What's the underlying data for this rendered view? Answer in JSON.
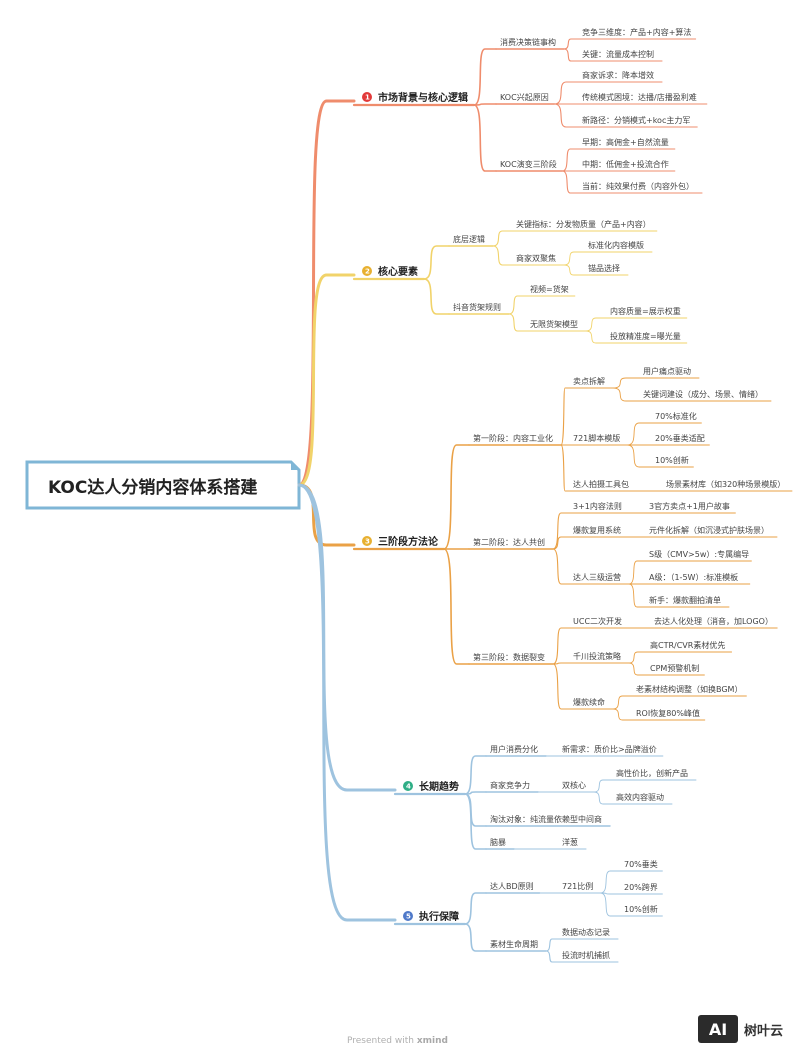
{
  "root": {
    "title": "KOC达人分销内容体系搭建"
  },
  "colors": {
    "b1": "#ef8c6c",
    "b2": "#f1d36a",
    "b3": "#eaa146",
    "b4": "#9ec3df",
    "b5": "#9ec3df"
  },
  "branches": [
    {
      "num": "1",
      "numColor": "#e23a3a",
      "label": "市场背景与核心逻辑",
      "children": [
        {
          "label": "消费决策链事构",
          "children": [
            {
              "label": "竞争三维度：产品+内容+算法"
            },
            {
              "label": "关键：流量成本控制"
            }
          ]
        },
        {
          "label": "KOC兴起原因",
          "children": [
            {
              "label": "商家诉求：降本增效"
            },
            {
              "label": "传统模式困境：达播/店播盈利难"
            },
            {
              "label": "新路径：分销模式+koc主力军"
            }
          ]
        },
        {
          "label": "KOC演变三阶段",
          "children": [
            {
              "label": "早期：高佣金+自然流量"
            },
            {
              "label": "中期：低佣金+投流合作"
            },
            {
              "label": "当前：纯效果付费（内容外包）"
            }
          ]
        }
      ]
    },
    {
      "num": "2",
      "numColor": "#e8b030",
      "label": "核心要素",
      "children": [
        {
          "label": "底层逻辑",
          "children": [
            {
              "label": "关键指标：分发物质量（产品+内容）"
            },
            {
              "label": "商家双聚焦",
              "children": [
                {
                  "label": "标准化内容模版"
                },
                {
                  "label": "锚品选择"
                }
              ]
            }
          ]
        },
        {
          "label": "抖音货架规则",
          "children": [
            {
              "label": "视频=货架"
            },
            {
              "label": "无限货架模型",
              "children": [
                {
                  "label": "内容质量=展示权重"
                },
                {
                  "label": "投放精准度=曝光量"
                }
              ]
            }
          ]
        }
      ]
    },
    {
      "num": "3",
      "numColor": "#e8b030",
      "label": "三阶段方法论",
      "children": [
        {
          "label": "第一阶段：内容工业化",
          "children": [
            {
              "label": "卖点拆解",
              "children": [
                {
                  "label": "用户痛点驱动"
                },
                {
                  "label": "关键词建设（成分、场景、情绪）"
                }
              ]
            },
            {
              "label": "721脚本模版",
              "children": [
                {
                  "label": "70%标准化"
                },
                {
                  "label": "20%垂类适配"
                },
                {
                  "label": "10%创新"
                }
              ]
            },
            {
              "label": "达人拍摄工具包",
              "children": [
                {
                  "label": "场景素材库（如320种场景模版）"
                }
              ]
            }
          ]
        },
        {
          "label": "第二阶段：达人共创",
          "children": [
            {
              "label": "3+1内容法则",
              "children": [
                {
                  "label": "3官方卖点+1用户故事"
                }
              ]
            },
            {
              "label": "爆款复用系统",
              "children": [
                {
                  "label": "元件化拆解（如沉浸式护肤场景）"
                }
              ]
            },
            {
              "label": "达人三级运营",
              "children": [
                {
                  "label": "S级（CMV>5w）:专属编导"
                },
                {
                  "label": "A级：（1-5W）:标准模板"
                },
                {
                  "label": "新手：爆款翻拍清单"
                }
              ]
            }
          ]
        },
        {
          "label": "第三阶段：数据裂变",
          "children": [
            {
              "label": "UCC二次开发",
              "children": [
                {
                  "label": "去达人化处理（消音，加LOGO）"
                }
              ]
            },
            {
              "label": "千川投流策略",
              "children": [
                {
                  "label": "高CTR/CVR素材优先"
                },
                {
                  "label": "CPM预警机制"
                }
              ]
            },
            {
              "label": "爆款续命",
              "children": [
                {
                  "label": "老素材结构调整（如换BGM）"
                },
                {
                  "label": "ROI恢复80%峰值"
                }
              ]
            }
          ]
        }
      ]
    },
    {
      "num": "4",
      "numColor": "#2fae86",
      "label": "长期趋势",
      "children": [
        {
          "label": "用户消费分化",
          "children": [
            {
              "label": "新需求：质价比>品牌溢价"
            }
          ]
        },
        {
          "label": "商家竞争力",
          "children": [
            {
              "label": "双核心",
              "children": [
                {
                  "label": "高性价比，创新产品"
                },
                {
                  "label": "高效内容驱动"
                }
              ]
            }
          ]
        },
        {
          "label": "淘汰对象：纯流量依赖型中间商"
        },
        {
          "label": "脑暴",
          "children": [
            {
              "label": "洋葱"
            }
          ]
        }
      ]
    },
    {
      "num": "5",
      "numColor": "#4f79c9",
      "label": "执行保障",
      "children": [
        {
          "label": "达人BD原则",
          "children": [
            {
              "label": "721比例",
              "children": [
                {
                  "label": "70%垂类"
                },
                {
                  "label": "20%跨界"
                },
                {
                  "label": "10%创新"
                }
              ]
            }
          ]
        },
        {
          "label": "素材生命周期",
          "children": [
            {
              "label": "数据动态记录"
            },
            {
              "label": "投流时机捕抓"
            }
          ]
        }
      ]
    }
  ],
  "footer": {
    "prefix": "Presented with",
    "brand": "xmind"
  },
  "watermark": {
    "logo": "AI",
    "text": "树叶云"
  }
}
